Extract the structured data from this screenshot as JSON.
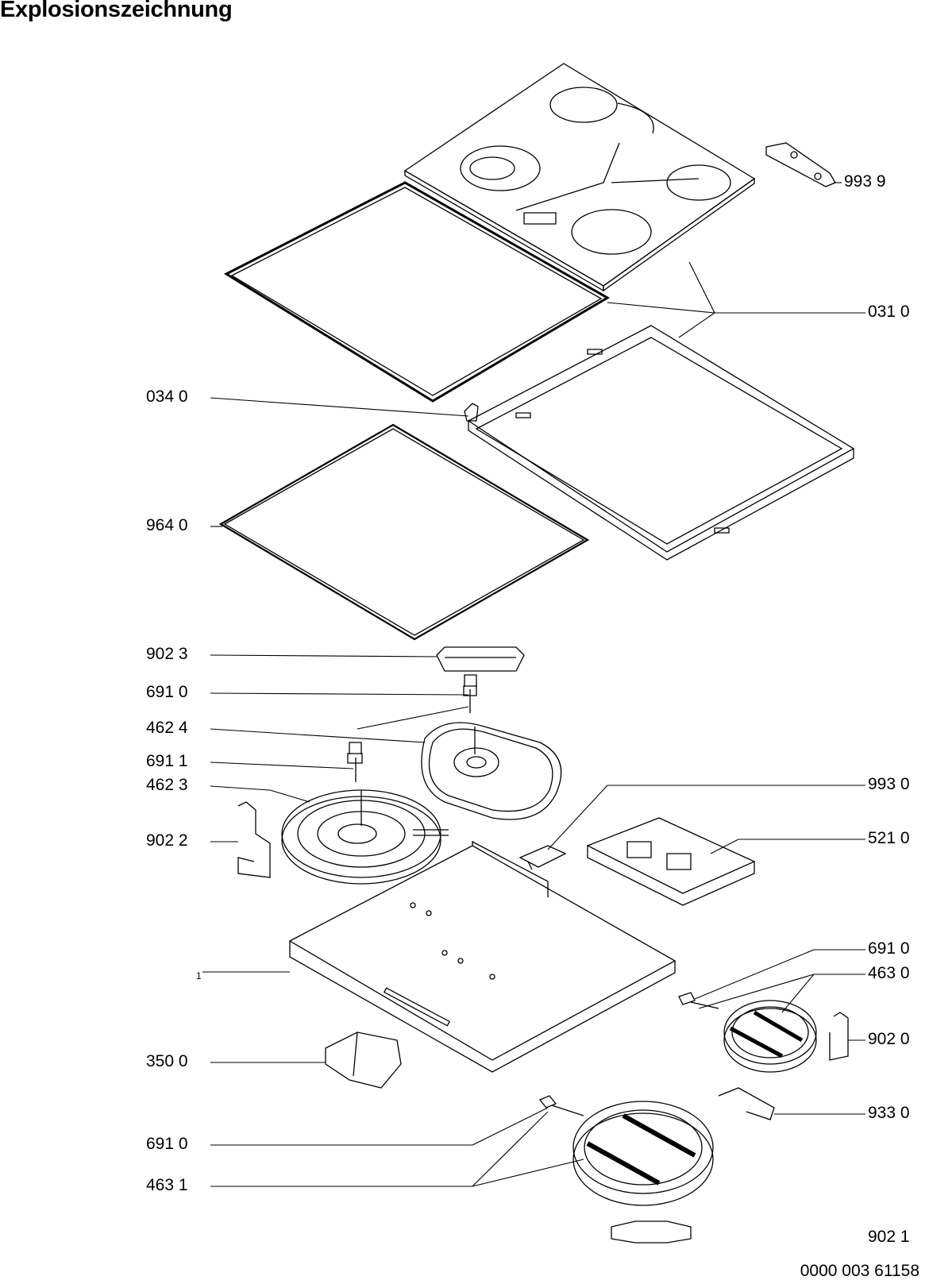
{
  "title": "Explosionszeichnung",
  "document_number": "0000 003 61158",
  "labels": {
    "l9939": "993 9",
    "l0310": "031 0",
    "l0340": "034 0",
    "l9640": "964 0",
    "l9023": "902 3",
    "l6910a": "691 0",
    "l4624": "462 4",
    "l6911": "691 1",
    "l4623": "462 3",
    "l9930": "993 0",
    "l9022": "902 2",
    "l5210": "521 0",
    "l6910b": "691 0",
    "l1": "1",
    "l4630": "463 0",
    "l9020": "902 0",
    "l3500": "350 0",
    "l9330": "933 0",
    "l6910c": "691 0",
    "l4631": "463 1",
    "l9021": "902 1"
  }
}
